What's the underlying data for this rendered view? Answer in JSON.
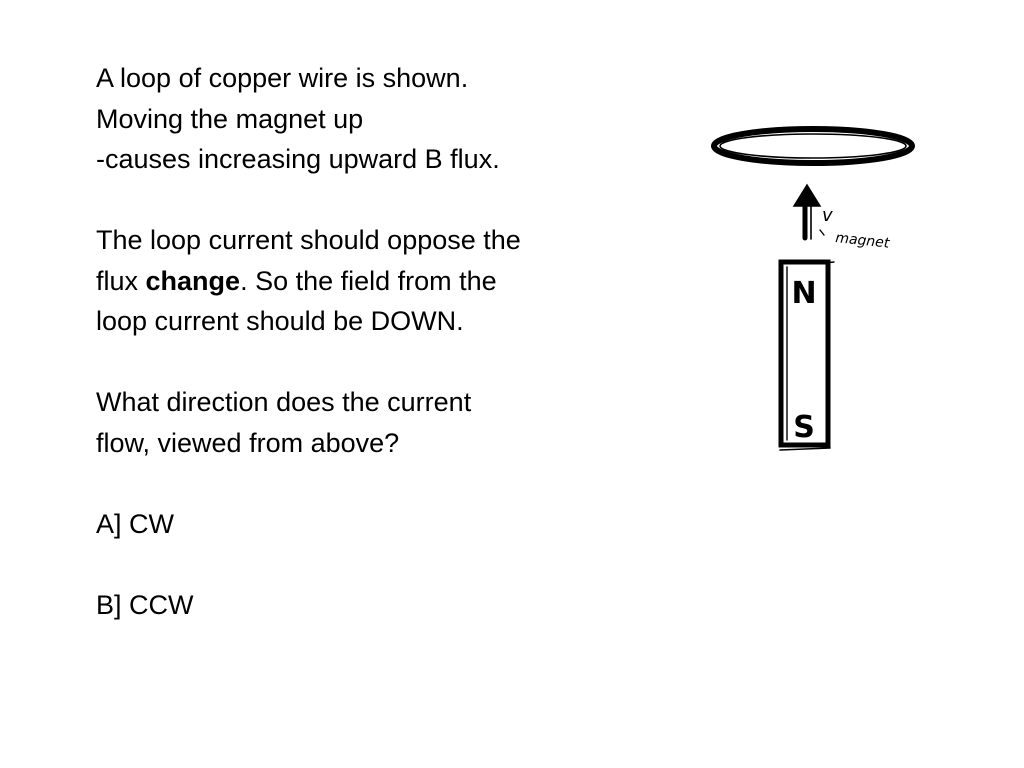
{
  "slide": {
    "line1": "A loop of copper wire is shown.",
    "line2": "Moving the magnet up",
    "line3": "-causes increasing upward B flux.",
    "line4": "The loop current should oppose the",
    "line5_prefix": "flux ",
    "line5_bold": "change",
    "line5_suffix": ". So the field from the",
    "line6": "loop current should be DOWN.",
    "line7": "What direction does the current",
    "line8": "flow, viewed from above?",
    "option_a": "A] CW",
    "option_b": "B] CCW"
  },
  "figure": {
    "velocity_symbol": "v",
    "velocity_subscript": "magnet",
    "north_label": "N",
    "south_label": "S",
    "icon": "hand-drawn-loop-magnet-sketch"
  }
}
